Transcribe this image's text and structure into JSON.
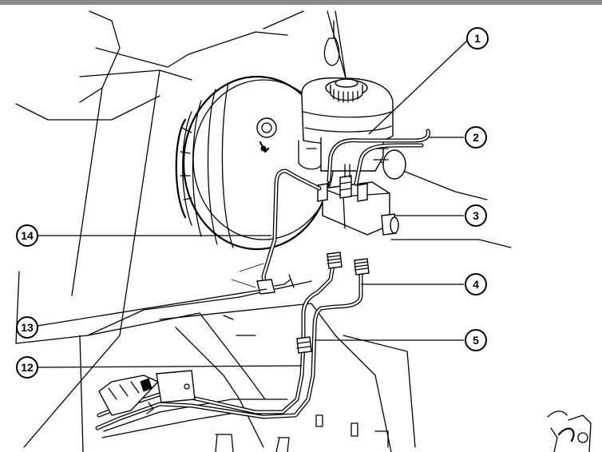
{
  "callouts": [
    {
      "id": "1",
      "label": "1"
    },
    {
      "id": "2",
      "label": "2"
    },
    {
      "id": "3",
      "label": "3"
    },
    {
      "id": "4",
      "label": "4"
    },
    {
      "id": "5",
      "label": "5"
    },
    {
      "id": "12",
      "label": "12"
    },
    {
      "id": "13",
      "label": "13"
    },
    {
      "id": "14",
      "label": "14"
    }
  ]
}
